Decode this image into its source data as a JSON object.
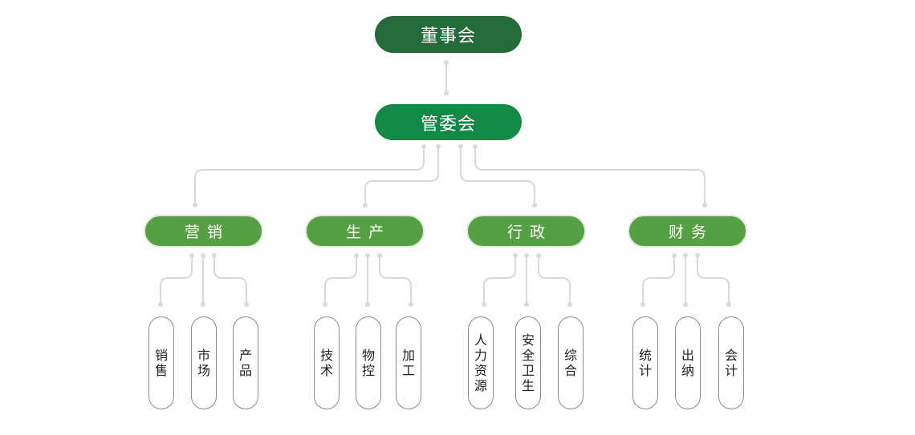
{
  "colors": {
    "board": "#246c37",
    "management": "#118a45",
    "department": "#54a042",
    "connector": "#d9d9d9",
    "sub_border": "#8a8a8a"
  },
  "board": {
    "label": "董事会"
  },
  "management": {
    "label": "管委会"
  },
  "departments": [
    {
      "label": "营销",
      "units": [
        "销售",
        "市场",
        "产品"
      ]
    },
    {
      "label": "生产",
      "units": [
        "技术",
        "物控",
        "加工"
      ]
    },
    {
      "label": "行政",
      "units": [
        "人力资源",
        "安全卫生",
        "综合"
      ]
    },
    {
      "label": "财务",
      "units": [
        "统计",
        "出纳",
        "会计"
      ]
    }
  ]
}
